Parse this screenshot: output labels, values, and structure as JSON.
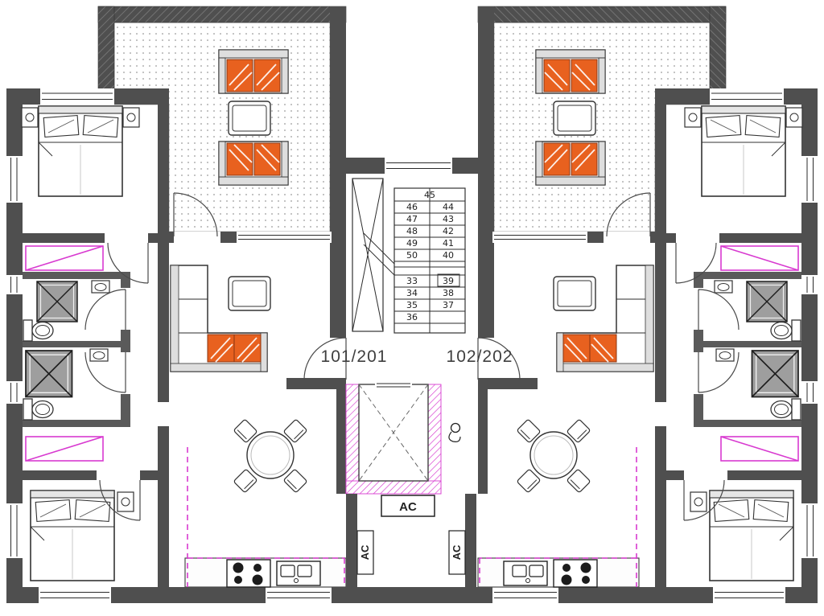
{
  "floor_plan": {
    "unit_left_label": "101/201",
    "unit_right_label": "102/202",
    "stairs": {
      "top_step": "45",
      "left_column": [
        "46",
        "47",
        "48",
        "49",
        "50",
        "33",
        "34",
        "35",
        "36"
      ],
      "right_column": [
        "44",
        "43",
        "42",
        "41",
        "40",
        "39",
        "38",
        "37"
      ]
    },
    "ac": {
      "unit_box": "AC",
      "duct_left": "AC",
      "duct_right": "AC"
    }
  },
  "colors": {
    "wall": "#4f4f4f",
    "bath_wall": "#5a5a5a",
    "cushion_orange": "#e8611f",
    "magenta": "#d83ad0",
    "label_text": "#3f3f3f",
    "line": "#2b2b2b",
    "terrace_dot": "#9a9a9a"
  },
  "icons": {
    "double_bed": "rect+pillows",
    "terrace_sofa": "rect+orange-cushions",
    "corner_sofa": "L-shape+orange-cushions",
    "dining_table": "circle+4-chairs",
    "shower": "square+X",
    "toilet": "tank+oval-bowl",
    "stove": "rect+4-burners",
    "kitchen_sink": "rect+2-bowls",
    "elevator": "rect+dashed-X",
    "floor_drain": "circle+hook"
  }
}
